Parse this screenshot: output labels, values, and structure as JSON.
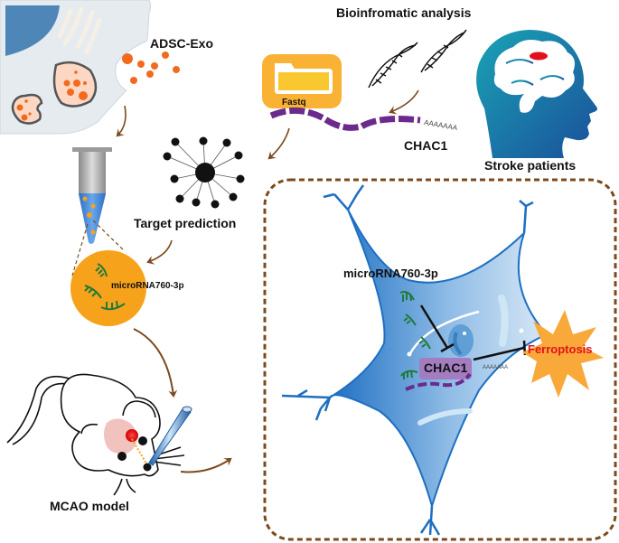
{
  "labels": {
    "exosome_source": "ADSC-Exo",
    "bioinformatics": "Bioinfromatic analysis",
    "fastq": "Fastq",
    "gene_mrna": "CHAC1",
    "polya_tail": "AAAAAAA",
    "patients": "Stroke patients",
    "target_prediction": "Target prediction",
    "mirna_circle": "microRNA760-3p",
    "animal_model": "MCAO model",
    "cell_mirna": "microRNA760-3p",
    "cell_chac1": "CHAC1",
    "cell_polya": "AAAAAAA",
    "ferroptosis": "Ferroptosis"
  },
  "colors": {
    "arrow": "#7b4a1e",
    "exosome": "#f26b1d",
    "folder": "#f9b233",
    "mrna": "#6b2a8c",
    "head": "#1a7fa8",
    "lesion": "#e3101c",
    "mirna_circle": "#f7a21b",
    "mirna": "#1f7a3a",
    "cell": "#2b7fc9",
    "chac1_box": "#a47cc0",
    "ferroptosis_star": "#f9a93a",
    "ferroptosis_text": "#e3101c",
    "dashed_frame": "#7b4a1e"
  }
}
